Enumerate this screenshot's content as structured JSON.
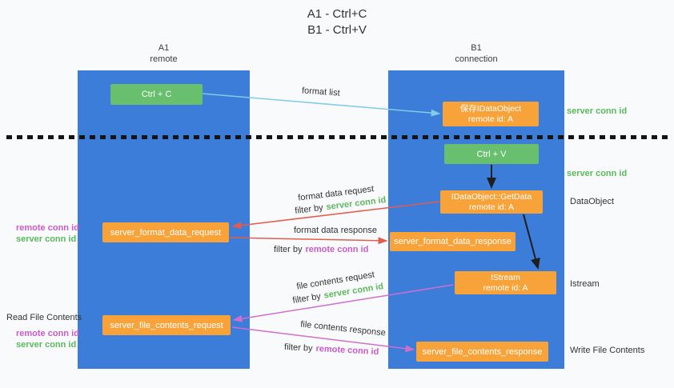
{
  "title": {
    "line1": "A1 - Ctrl+C",
    "line2": "B1 - Ctrl+V"
  },
  "lanes": {
    "left": {
      "name": "A1",
      "role": "remote"
    },
    "right": {
      "name": "B1",
      "role": "connection"
    }
  },
  "boxes": {
    "ctrl_c": "Ctrl + C",
    "ctrl_v": "Ctrl + V",
    "save_dataobject": {
      "line1": "保存IDataObject",
      "line2": "remote id: A"
    },
    "getdata": {
      "line1": "IDataObject::GetData",
      "line2": "remote id: A"
    },
    "istream": {
      "line1": "IStream",
      "line2": "remote id: A"
    },
    "format_request": "server_format_data_request",
    "format_response": "server_format_data_response",
    "file_request": "server_file_contents_request",
    "file_response": "server_file_contents_response"
  },
  "labels": {
    "format_list": "format list",
    "format_data_request": "format data request",
    "format_data_response": "format data response",
    "file_contents_request": "file contents request",
    "file_contents_response": "file contents response",
    "filter_by": "filter by",
    "server_conn_id": "server conn id",
    "remote_conn_id": "remote conn id",
    "dataobject": "DataObject",
    "istream": "Istream",
    "read_file_contents": "Read File Contents",
    "write_file_contents": "Write File Contents"
  },
  "colors": {
    "lane-blue": "#3b7dd8",
    "box-green": "#68c06e",
    "box-orange": "#f8a33a",
    "arrow-blue": "#82cbe9",
    "arrow-red": "#e45c4d",
    "arrow-magenta": "#cf6ecf",
    "arrow-black": "#1e1e1e",
    "text-green": "#5cb85c",
    "text-magenta": "#c85bc8",
    "text-dark": "#333333",
    "canvas-bg": "#f9fafb"
  }
}
